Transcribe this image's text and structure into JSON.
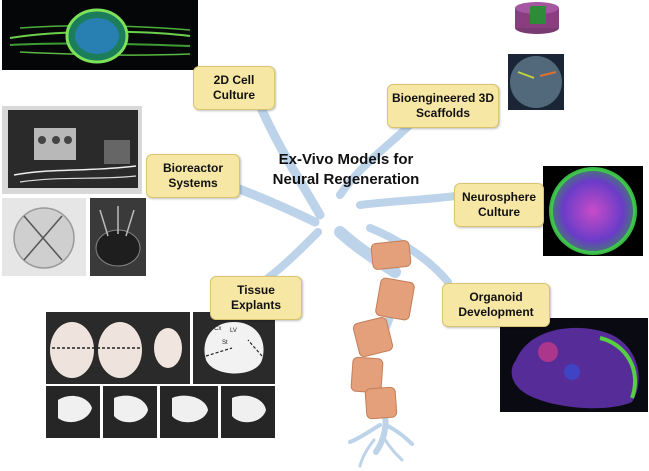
{
  "title": "Ex-Vivo Models for Neural Regeneration",
  "nodes": {
    "cell_culture_2d": "2D Cell Culture",
    "scaffolds_3d": "Bioengineered 3D Scaffolds",
    "bioreactor": "Bioreactor Systems",
    "neurosphere": "Neurosphere Culture",
    "tissue_explants": "Tissue Explants",
    "organoid": "Organoid Development"
  },
  "image_annotations": {
    "cx": "Cx",
    "lv": "LV",
    "st": "St"
  },
  "colors": {
    "label_fill": "#f6e7a4",
    "label_border": "#d9c56e",
    "neuron_branch": "#bcd3ea",
    "myelin_segment": "#e3a07a"
  }
}
